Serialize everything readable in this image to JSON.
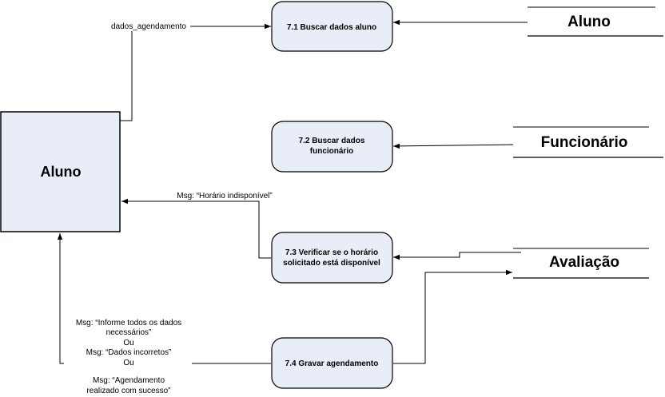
{
  "entity": {
    "label": "Aluno"
  },
  "processes": [
    {
      "id": "7.1",
      "lines": [
        "7.1 Buscar dados aluno"
      ]
    },
    {
      "id": "7.2",
      "lines": [
        "7.2 Buscar dados",
        "funcionário"
      ]
    },
    {
      "id": "7.3",
      "lines": [
        "7.3 Verificar se o horário",
        "solicitado está disponível"
      ]
    },
    {
      "id": "7.4",
      "lines": [
        "7.4 Gravar agendamento"
      ]
    }
  ],
  "stores": [
    {
      "label": "Aluno"
    },
    {
      "label": "Funcionário"
    },
    {
      "label": "Avaliação"
    }
  ],
  "flows": {
    "dados_agendamento": "dados_agendamento",
    "horario_indisponivel": "Msg: “Horário indisponível”",
    "msg_lines": [
      "Msg: “Informe todos os dados",
      "necessários”",
      "Ou",
      "Msg: “Dados incorretos”",
      "Ou",
      "Msg: “Agendamento",
      "realizado com sucesso”"
    ]
  },
  "colors": {
    "process_fill": "#e8edf7",
    "entity_fill": "#e8edf7",
    "line": "#000000"
  }
}
